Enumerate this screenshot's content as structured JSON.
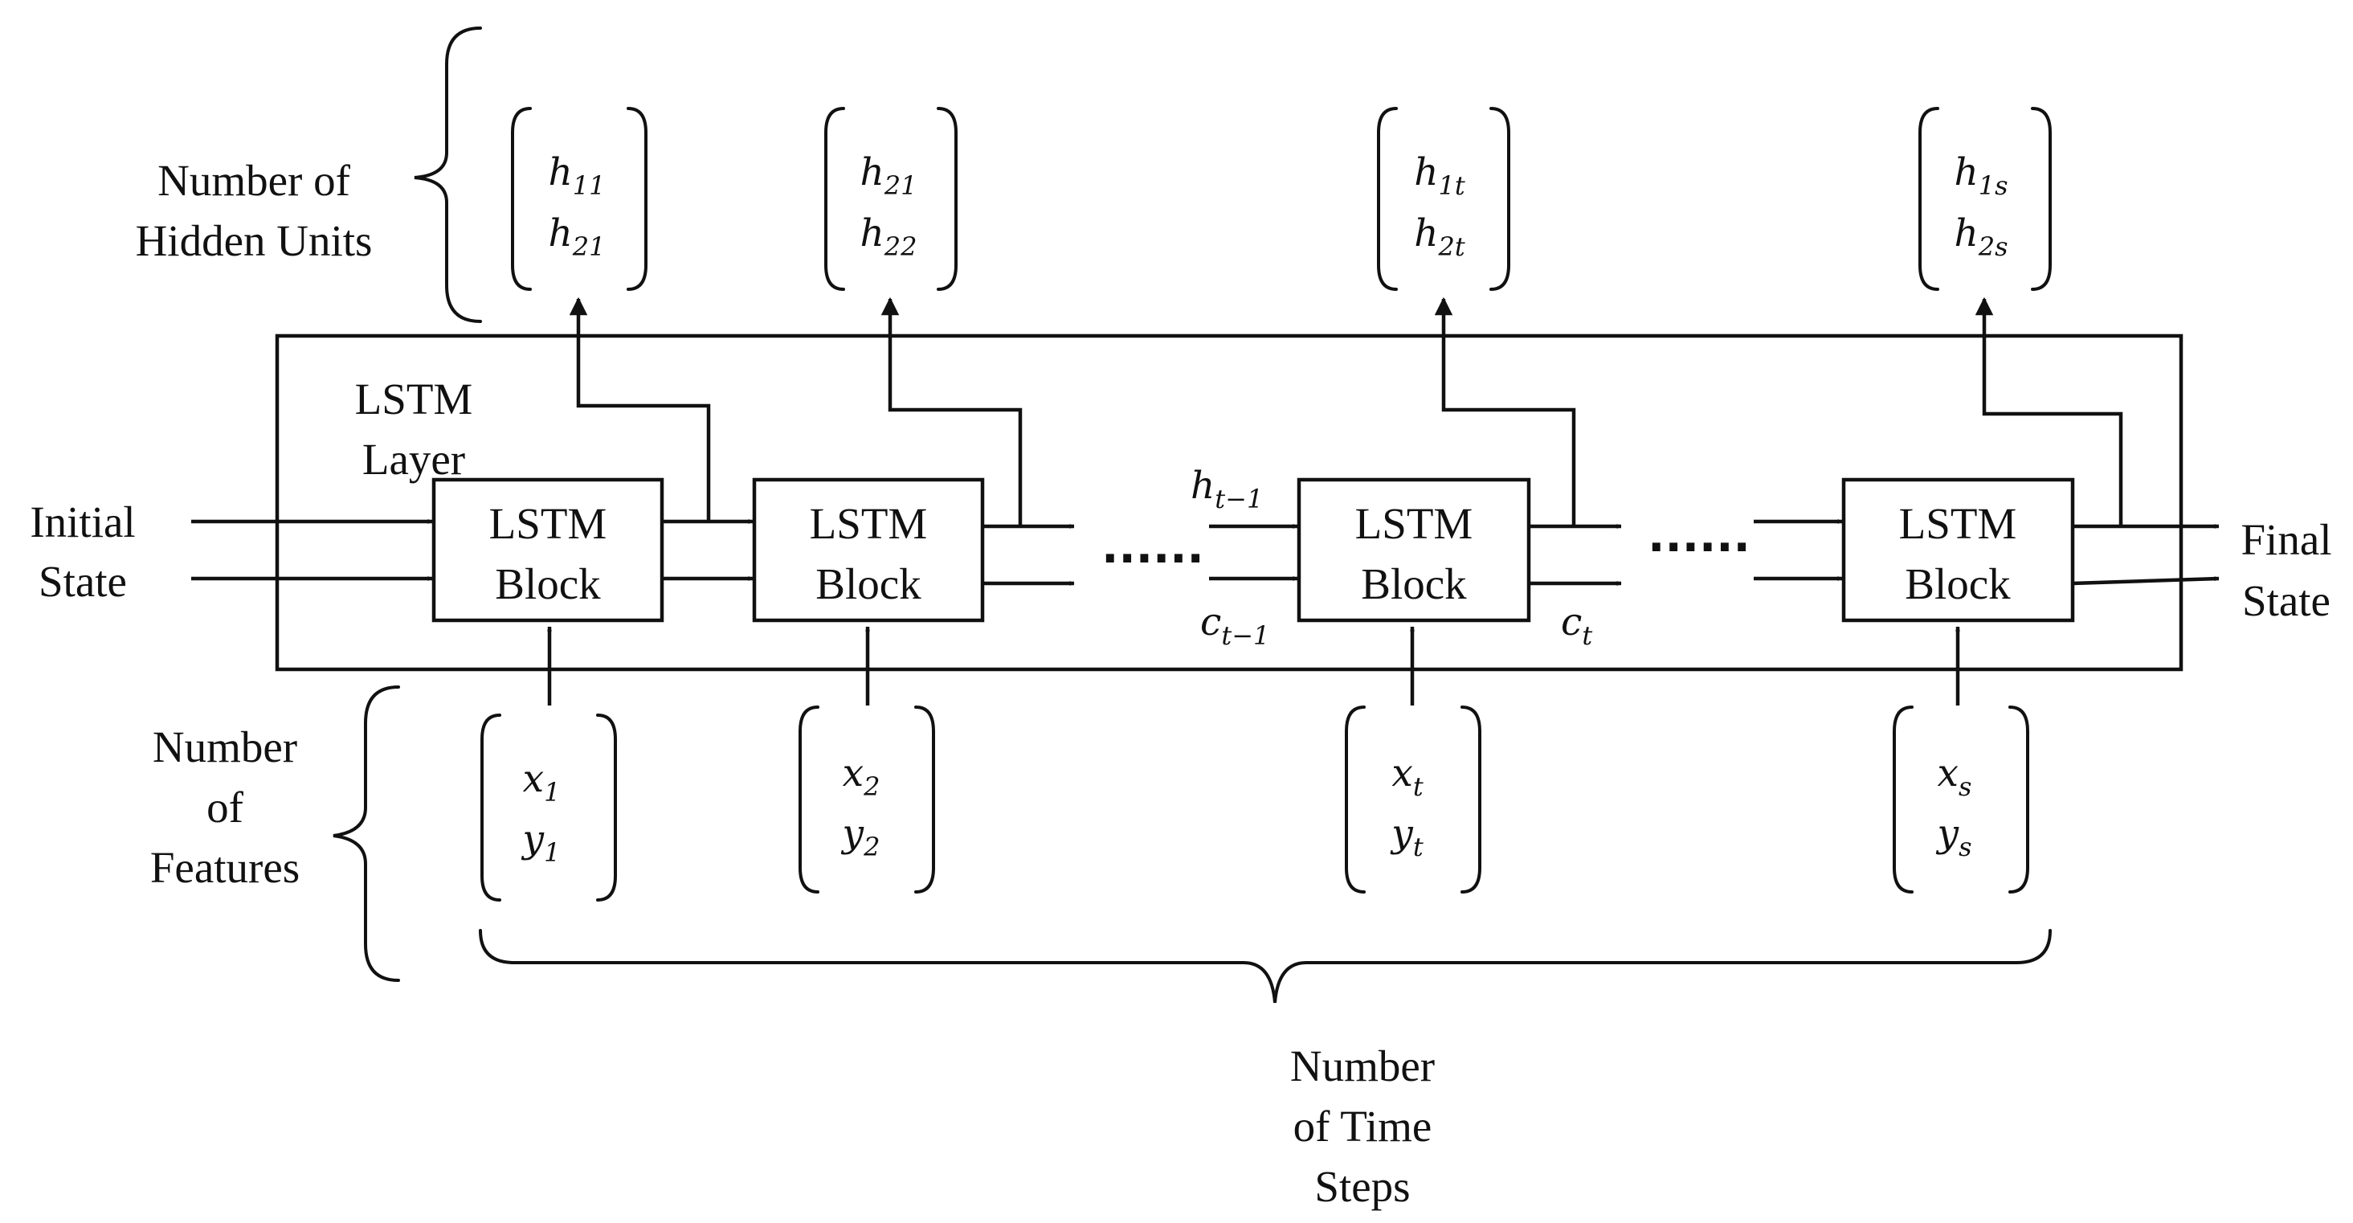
{
  "labels": {
    "hidden_units": [
      "Number of",
      "Hidden Units"
    ],
    "layer": [
      "LSTM",
      "Layer"
    ],
    "initial_state": [
      "Initial",
      "State"
    ],
    "final_state": [
      "Final",
      "State"
    ],
    "features": [
      "Number",
      "of",
      "Features"
    ],
    "time_steps": [
      "Number",
      "of Time",
      "Steps"
    ],
    "ellipsis": "......"
  },
  "blocks": [
    {
      "line1": "LSTM",
      "line2": "Block"
    },
    {
      "line1": "LSTM",
      "line2": "Block"
    },
    {
      "line1": "LSTM",
      "line2": "Block"
    },
    {
      "line1": "LSTM",
      "line2": "Block"
    }
  ],
  "hidden_vectors": [
    {
      "top": {
        "base": "h",
        "sub": "11"
      },
      "bottom": {
        "base": "h",
        "sub": "21"
      }
    },
    {
      "top": {
        "base": "h",
        "sub": "21"
      },
      "bottom": {
        "base": "h",
        "sub": "22"
      }
    },
    {
      "top": {
        "base": "h",
        "sub": "1t"
      },
      "bottom": {
        "base": "h",
        "sub": "2t"
      }
    },
    {
      "top": {
        "base": "h",
        "sub": "1s"
      },
      "bottom": {
        "base": "h",
        "sub": "2s"
      }
    }
  ],
  "input_vectors": [
    {
      "top": {
        "base": "x",
        "sub": "1"
      },
      "bottom": {
        "base": "y",
        "sub": "1"
      }
    },
    {
      "top": {
        "base": "x",
        "sub": "2"
      },
      "bottom": {
        "base": "y",
        "sub": "2"
      }
    },
    {
      "top": {
        "base": "x",
        "sub": "t"
      },
      "bottom": {
        "base": "y",
        "sub": "t"
      }
    },
    {
      "top": {
        "base": "x",
        "sub": "s"
      },
      "bottom": {
        "base": "y",
        "sub": "s"
      }
    }
  ],
  "state_labels": {
    "h_prev": {
      "base": "h",
      "sub": "t−1"
    },
    "c_prev": {
      "base": "c",
      "sub": "t−1"
    },
    "c_cur": {
      "base": "c",
      "sub": "t"
    }
  }
}
